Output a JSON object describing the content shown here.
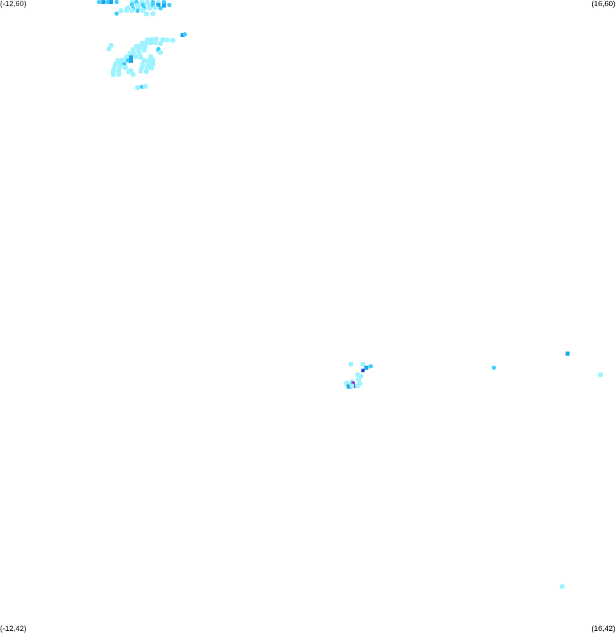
{
  "corners": {
    "top_left": "(-12,60)",
    "top_right": "(16,60)",
    "bottom_left": "(-12,42)",
    "bottom_right": "(16,42)"
  },
  "map_extent": {
    "lon_min": -12,
    "lon_max": 16,
    "lat_min": 42,
    "lat_max": 60
  },
  "palette": {
    "background": "#ffffff",
    "light": "#9ff3ff",
    "medium": "#3fcfff",
    "strong": "#1fa6e8",
    "heavy": "#0b4fd6",
    "extreme": "#8a24d2",
    "text": "#000000"
  },
  "echoes": [
    {
      "lon": -7.5,
      "lat": 59.95,
      "level": "medium"
    },
    {
      "lon": -7.3,
      "lat": 59.97,
      "level": "strong"
    },
    {
      "lon": -7.1,
      "lat": 59.96,
      "level": "medium"
    },
    {
      "lon": -6.95,
      "lat": 59.98,
      "level": "strong"
    },
    {
      "lon": -6.7,
      "lat": 59.96,
      "level": "medium"
    },
    {
      "lon": -6.0,
      "lat": 59.97,
      "level": "light"
    },
    {
      "lon": -5.8,
      "lat": 59.95,
      "level": "medium"
    },
    {
      "lon": -5.55,
      "lat": 59.98,
      "level": "light"
    },
    {
      "lon": -5.3,
      "lat": 59.96,
      "level": "light"
    },
    {
      "lon": -5.05,
      "lat": 59.97,
      "level": "medium"
    },
    {
      "lon": -4.8,
      "lat": 59.96,
      "level": "light"
    },
    {
      "lon": -4.55,
      "lat": 59.97,
      "level": "medium"
    },
    {
      "lon": -6.0,
      "lat": 59.87,
      "level": "medium"
    },
    {
      "lon": -5.75,
      "lat": 59.85,
      "level": "light"
    },
    {
      "lon": -5.5,
      "lat": 59.86,
      "level": "medium"
    },
    {
      "lon": -5.25,
      "lat": 59.87,
      "level": "light"
    },
    {
      "lon": -5.05,
      "lat": 59.85,
      "level": "medium"
    },
    {
      "lon": -4.8,
      "lat": 59.86,
      "level": "strong"
    },
    {
      "lon": -4.55,
      "lat": 59.84,
      "level": "strong"
    },
    {
      "lon": -4.3,
      "lat": 59.86,
      "level": "medium"
    },
    {
      "lon": -6.2,
      "lat": 59.77,
      "level": "light"
    },
    {
      "lon": -5.95,
      "lat": 59.76,
      "level": "medium"
    },
    {
      "lon": -5.7,
      "lat": 59.78,
      "level": "light"
    },
    {
      "lon": -5.45,
      "lat": 59.77,
      "level": "medium"
    },
    {
      "lon": -5.2,
      "lat": 59.77,
      "level": "light"
    },
    {
      "lon": -4.95,
      "lat": 59.78,
      "level": "light"
    },
    {
      "lon": -4.7,
      "lat": 59.76,
      "level": "medium"
    },
    {
      "lon": -6.5,
      "lat": 59.69,
      "level": "light"
    },
    {
      "lon": -6.25,
      "lat": 59.7,
      "level": "light"
    },
    {
      "lon": -6.0,
      "lat": 59.7,
      "level": "light"
    },
    {
      "lon": -5.75,
      "lat": 59.69,
      "level": "medium"
    },
    {
      "lon": -5.5,
      "lat": 59.7,
      "level": "light"
    },
    {
      "lon": -6.7,
      "lat": 59.61,
      "level": "medium"
    },
    {
      "lon": -5.35,
      "lat": 59.6,
      "level": "light"
    },
    {
      "lon": -5.05,
      "lat": 59.61,
      "level": "light"
    },
    {
      "lon": -3.7,
      "lat": 59.0,
      "level": "strong"
    },
    {
      "lon": -3.6,
      "lat": 59.02,
      "level": "medium"
    },
    {
      "lon": -5.3,
      "lat": 58.86,
      "level": "light"
    },
    {
      "lon": -5.1,
      "lat": 58.87,
      "level": "light"
    },
    {
      "lon": -4.9,
      "lat": 58.88,
      "level": "light"
    },
    {
      "lon": -4.6,
      "lat": 58.87,
      "level": "light"
    },
    {
      "lon": -4.4,
      "lat": 58.86,
      "level": "light"
    },
    {
      "lon": -4.15,
      "lat": 58.85,
      "level": "light"
    },
    {
      "lon": -5.55,
      "lat": 58.76,
      "level": "light"
    },
    {
      "lon": -5.35,
      "lat": 58.78,
      "level": "light"
    },
    {
      "lon": -5.15,
      "lat": 58.77,
      "level": "light"
    },
    {
      "lon": -4.95,
      "lat": 58.78,
      "level": "light"
    },
    {
      "lon": -4.7,
      "lat": 58.76,
      "level": "light"
    },
    {
      "lon": -6.95,
      "lat": 58.7,
      "level": "light"
    },
    {
      "lon": -5.8,
      "lat": 58.68,
      "level": "light"
    },
    {
      "lon": -5.6,
      "lat": 58.66,
      "level": "light"
    },
    {
      "lon": -5.4,
      "lat": 58.68,
      "level": "light"
    },
    {
      "lon": -5.95,
      "lat": 58.58,
      "level": "light"
    },
    {
      "lon": -5.7,
      "lat": 58.55,
      "level": "light"
    },
    {
      "lon": -5.45,
      "lat": 58.57,
      "level": "light"
    },
    {
      "lon": -4.8,
      "lat": 58.55,
      "level": "light"
    },
    {
      "lon": -7.05,
      "lat": 58.6,
      "level": "light"
    },
    {
      "lon": -4.8,
      "lat": 58.6,
      "level": "medium"
    },
    {
      "lon": -4.7,
      "lat": 58.5,
      "level": "light"
    },
    {
      "lon": -6.1,
      "lat": 58.47,
      "level": "light"
    },
    {
      "lon": -5.9,
      "lat": 58.46,
      "level": "light"
    },
    {
      "lon": -5.65,
      "lat": 58.45,
      "level": "light"
    },
    {
      "lon": -6.25,
      "lat": 58.37,
      "level": "light"
    },
    {
      "lon": -6.05,
      "lat": 58.36,
      "level": "strong"
    },
    {
      "lon": -5.85,
      "lat": 58.38,
      "level": "light"
    },
    {
      "lon": -5.6,
      "lat": 58.36,
      "level": "light"
    },
    {
      "lon": -5.15,
      "lat": 58.38,
      "level": "light"
    },
    {
      "lon": -6.65,
      "lat": 58.27,
      "level": "light"
    },
    {
      "lon": -6.45,
      "lat": 58.28,
      "level": "light"
    },
    {
      "lon": -6.2,
      "lat": 58.27,
      "level": "medium"
    },
    {
      "lon": -6.05,
      "lat": 58.26,
      "level": "strong"
    },
    {
      "lon": -5.45,
      "lat": 58.27,
      "level": "light"
    },
    {
      "lon": -5.25,
      "lat": 58.26,
      "level": "light"
    },
    {
      "lon": -5.05,
      "lat": 58.28,
      "level": "light"
    },
    {
      "lon": -6.75,
      "lat": 58.17,
      "level": "light"
    },
    {
      "lon": -6.55,
      "lat": 58.18,
      "level": "light"
    },
    {
      "lon": -6.35,
      "lat": 58.17,
      "level": "medium"
    },
    {
      "lon": -5.5,
      "lat": 58.17,
      "level": "light"
    },
    {
      "lon": -5.25,
      "lat": 58.18,
      "level": "light"
    },
    {
      "lon": -5.05,
      "lat": 58.16,
      "level": "light"
    },
    {
      "lon": -6.8,
      "lat": 58.07,
      "level": "light"
    },
    {
      "lon": -6.55,
      "lat": 58.08,
      "level": "light"
    },
    {
      "lon": -6.3,
      "lat": 58.07,
      "level": "light"
    },
    {
      "lon": -5.55,
      "lat": 58.07,
      "level": "light"
    },
    {
      "lon": -5.3,
      "lat": 58.08,
      "level": "light"
    },
    {
      "lon": -5.1,
      "lat": 58.06,
      "level": "light"
    },
    {
      "lon": -6.85,
      "lat": 57.97,
      "level": "light"
    },
    {
      "lon": -6.6,
      "lat": 57.98,
      "level": "light"
    },
    {
      "lon": -6.05,
      "lat": 57.98,
      "level": "light"
    },
    {
      "lon": -5.6,
      "lat": 57.97,
      "level": "light"
    },
    {
      "lon": -5.35,
      "lat": 57.96,
      "level": "light"
    },
    {
      "lon": -6.85,
      "lat": 57.87,
      "level": "light"
    },
    {
      "lon": -6.6,
      "lat": 57.88,
      "level": "light"
    },
    {
      "lon": -5.95,
      "lat": 57.87,
      "level": "light"
    },
    {
      "lon": -6.15,
      "lat": 57.95,
      "level": "light"
    },
    {
      "lon": -5.75,
      "lat": 57.5,
      "level": "light"
    },
    {
      "lon": -5.55,
      "lat": 57.52,
      "level": "medium"
    },
    {
      "lon": -5.4,
      "lat": 57.53,
      "level": "light"
    },
    {
      "lon": 3.95,
      "lat": 49.6,
      "level": "light"
    },
    {
      "lon": 4.5,
      "lat": 49.6,
      "level": "light"
    },
    {
      "lon": 4.65,
      "lat": 49.5,
      "level": "strong"
    },
    {
      "lon": 4.85,
      "lat": 49.54,
      "level": "medium"
    },
    {
      "lon": 4.5,
      "lat": 49.42,
      "level": "heavy"
    },
    {
      "lon": 4.25,
      "lat": 49.3,
      "level": "light"
    },
    {
      "lon": 4.4,
      "lat": 49.25,
      "level": "light"
    },
    {
      "lon": 4.0,
      "lat": 49.1,
      "level": "light"
    },
    {
      "lon": 4.05,
      "lat": 49.06,
      "level": "extreme"
    },
    {
      "lon": 3.75,
      "lat": 49.06,
      "level": "light"
    },
    {
      "lon": 3.9,
      "lat": 49.0,
      "level": "medium"
    },
    {
      "lon": 4.15,
      "lat": 48.97,
      "level": "extreme"
    },
    {
      "lon": 3.8,
      "lat": 49.02,
      "level": "light"
    },
    {
      "lon": 4.3,
      "lat": 49.15,
      "level": "light"
    },
    {
      "lon": 4.25,
      "lat": 48.98,
      "level": "light"
    },
    {
      "lon": 3.95,
      "lat": 48.95,
      "level": "medium"
    },
    {
      "lon": 3.85,
      "lat": 48.96,
      "level": "strong"
    },
    {
      "lon": 4.35,
      "lat": 49.05,
      "level": "light"
    },
    {
      "lon": 4.0,
      "lat": 48.98,
      "level": "light"
    },
    {
      "lon": 10.45,
      "lat": 49.5,
      "level": "medium"
    },
    {
      "lon": 13.8,
      "lat": 49.9,
      "level": "strong"
    },
    {
      "lon": 15.3,
      "lat": 49.3,
      "level": "light"
    },
    {
      "lon": 13.55,
      "lat": 43.25,
      "level": "light"
    }
  ]
}
